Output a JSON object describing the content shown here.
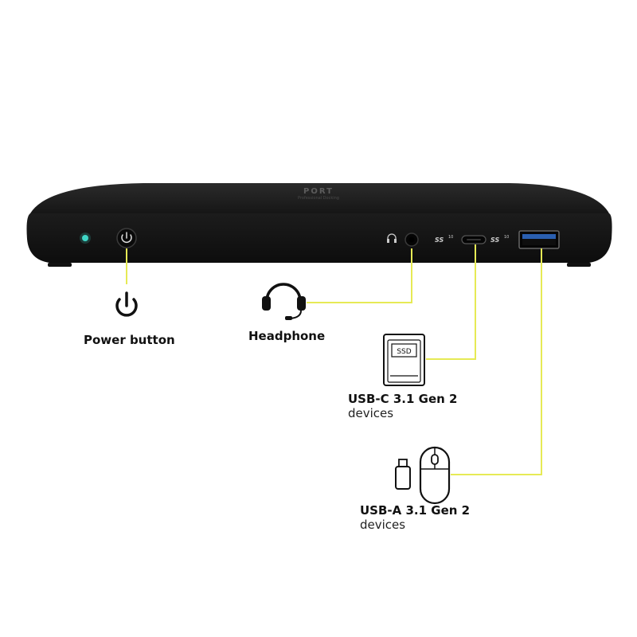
{
  "device": {
    "top_logo_text": "PORT",
    "top_logo_subtext": "Professional Docking"
  },
  "callouts": {
    "power": {
      "title": "Power button",
      "icon": "power-icon"
    },
    "headphone": {
      "title": "Headphone",
      "icon": "headset-icon"
    },
    "usb_c": {
      "title": "USB-C 3.1 Gen 2",
      "subtitle": "devices",
      "icon": "ssd-icon",
      "icon_text": "SSD"
    },
    "usb_a": {
      "title": "USB-A 3.1 Gen 2",
      "subtitle": "devices",
      "icon": "mouse-icon"
    }
  },
  "colors": {
    "connector_line": "#e6ea55",
    "device_body": "#1a1a1a",
    "led": "#3fd6c6"
  }
}
